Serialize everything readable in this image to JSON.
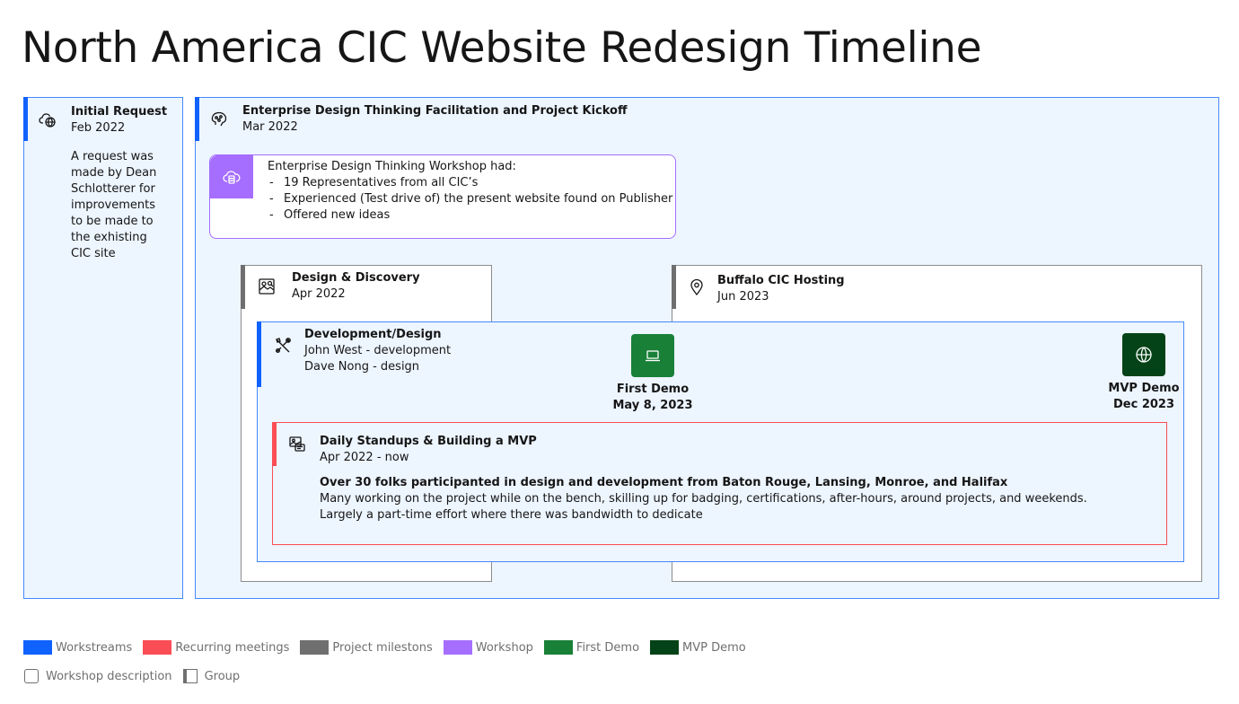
{
  "title": "North America CIC Website Redesign Timeline",
  "initial_request": {
    "title": "Initial Request",
    "date": "Feb 2022",
    "description": "A request was made by Dean Schlotterer for improvements to be made to the exhisting CIC site"
  },
  "kickoff": {
    "title": "Enterprise Design Thinking Facilitation and Project Kickoff",
    "date": "Mar 2022"
  },
  "workshop": {
    "heading": "Enterprise Design Thinking  Workshop had:",
    "items": [
      "19 Representatives from all CIC’s",
      "Experienced (Test drive of) the present website found on Publisher",
      "Offered new ideas"
    ]
  },
  "design_discovery": {
    "title": "Design & Discovery",
    "date": "Apr 2022"
  },
  "buffalo": {
    "title": "Buffalo CIC Hosting",
    "date": "Jun  2023"
  },
  "development": {
    "title": "Development/Design",
    "line1": "John West - development",
    "line2": "Dave Nong - design"
  },
  "first_demo": {
    "label": "First Demo",
    "date": "May 8, 2023",
    "color": "#198038"
  },
  "mvp_demo": {
    "label": "MVP Demo",
    "date": "Dec 2023",
    "color": "#044317"
  },
  "standups": {
    "title": "Daily Standups & Building a MVP",
    "date": "Apr 2022 - now",
    "headline": "Over 30 folks participanted in design and development from Baton Rouge, Lansing, Monroe, and Halifax",
    "line1": "Many working on the project while on the bench, skilling up for badging, certifications, after-hours, around projects, and weekends.",
    "line2": "Largely a part-time effort where there was bandwidth to dedicate"
  },
  "legend": {
    "items": [
      {
        "label": "Workstreams",
        "color": "#0f62fe"
      },
      {
        "label": "Recurring meetings",
        "color": "#fa4d56"
      },
      {
        "label": "Project milestons",
        "color": "#6f6f6f"
      },
      {
        "label": "Workshop",
        "color": "#a56eff"
      },
      {
        "label": "First Demo",
        "color": "#198038"
      },
      {
        "label": "MVP Demo",
        "color": "#044317"
      }
    ],
    "workshop_description": "Workshop description",
    "group": "Group"
  },
  "icons": {
    "initial_request": "cloud-globe-icon",
    "kickoff": "brain-icon",
    "workshop": "cloud-data-icon",
    "design_discovery": "image-search-icon",
    "buffalo": "location-pin-icon",
    "development": "tools-icon",
    "first_demo": "laptop-icon",
    "mvp_demo": "globe-icon",
    "standups": "image-chat-icon"
  }
}
